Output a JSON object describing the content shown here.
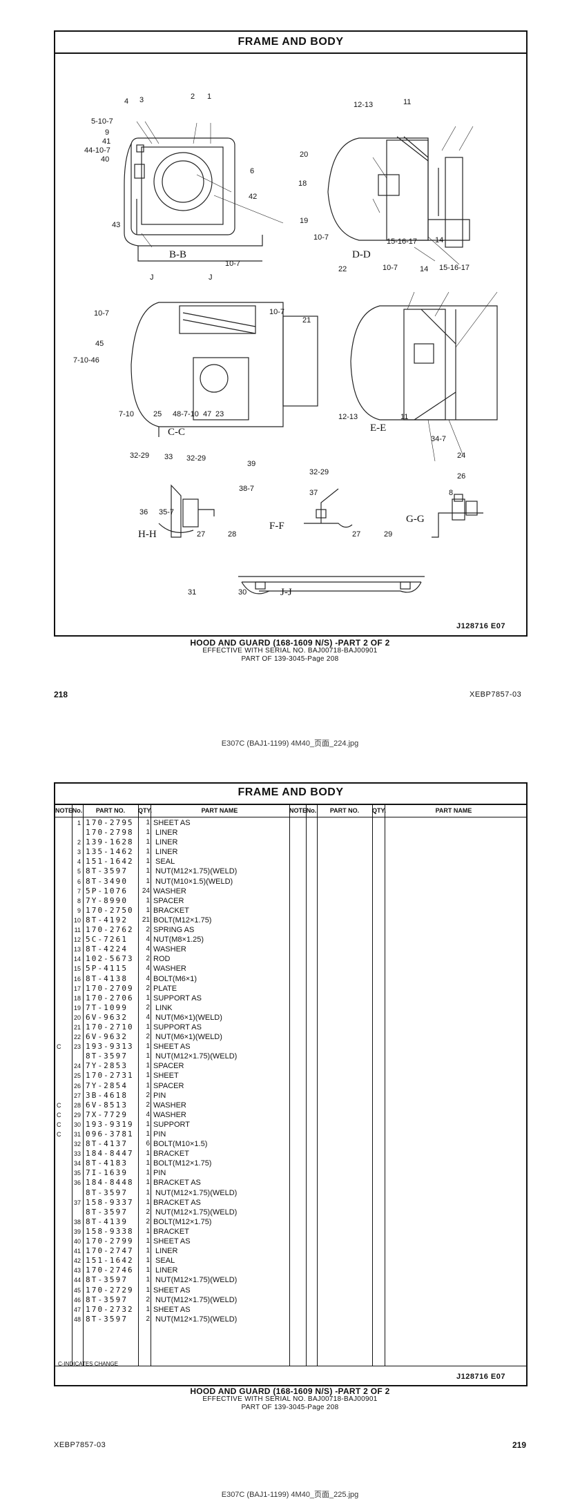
{
  "page1": {
    "title": "FRAME AND BODY",
    "views": {
      "bb": "B-B",
      "dd": "D-D",
      "cc": "C-C",
      "ee": "E-E",
      "hh": "H-H",
      "ff": "F-F",
      "gg": "G-G",
      "jj": "J-J"
    },
    "refs": {
      "bb": [
        "4",
        "3",
        "2",
        "1",
        "5-10-7",
        "9",
        "41",
        "44-10-7",
        "40",
        "6",
        "42",
        "43"
      ],
      "dd": [
        "12-13",
        "11",
        "20",
        "18",
        "19",
        "10-7",
        "15-16-17",
        "14"
      ],
      "cc": [
        "10-7",
        "J",
        "J",
        "10-7",
        "10-7",
        "45",
        "7-10-46",
        "7-10",
        "25",
        "48-7-10",
        "47",
        "23"
      ],
      "ee": [
        "22",
        "10-7",
        "14",
        "15-16-17",
        "21",
        "12-13",
        "11"
      ],
      "hh": [
        "32-29",
        "33",
        "32-29",
        "36",
        "35-7"
      ],
      "ff": [
        "39",
        "32-29",
        "38-7",
        "37"
      ],
      "gg": [
        "34-7",
        "24",
        "26",
        "8"
      ],
      "jj": [
        "27",
        "28",
        "27",
        "29",
        "31",
        "30"
      ]
    },
    "drawing_ref": "J128716  E07",
    "caption": {
      "line1": "HOOD AND GUARD (168-1609 N/S) -PART 2 OF 2",
      "line2": "EFFECTIVE WITH SERIAL NO. BAJ00718-BAJ00901",
      "line3": "PART OF 139-3045-Page 208"
    },
    "page_number": "218",
    "doc_ref": "XEBP7857-03",
    "filename": "E307C (BAJ1-1199) 4M40_页面_224.jpg"
  },
  "page2": {
    "title": "FRAME AND BODY",
    "headers": {
      "note": "NOTE",
      "no": "No.",
      "part_no": "PART NO.",
      "qty": "QTY.",
      "part_name": "PART NAME"
    },
    "parts": [
      {
        "note": "",
        "no": "1",
        "part": "170-2795",
        "qty": "1",
        "name": "SHEET AS"
      },
      {
        "note": "",
        "no": "",
        "part": "170-2798",
        "qty": "1",
        "name": " LINER"
      },
      {
        "note": "",
        "no": "2",
        "part": "139-1628",
        "qty": "1",
        "name": " LINER"
      },
      {
        "note": "",
        "no": "3",
        "part": "135-1462",
        "qty": "1",
        "name": " LINER"
      },
      {
        "note": "",
        "no": "4",
        "part": "151-1642",
        "qty": "1",
        "name": " SEAL"
      },
      {
        "note": "",
        "no": "5",
        "part": "8T-3597",
        "qty": "1",
        "name": " NUT(M12×1.75)(WELD)"
      },
      {
        "note": "",
        "no": "6",
        "part": "8T-3490",
        "qty": "1",
        "name": " NUT(M10×1.5)(WELD)"
      },
      {
        "note": "",
        "no": "7",
        "part": "5P-1076",
        "qty": "24",
        "name": "WASHER"
      },
      {
        "note": "",
        "no": "8",
        "part": "7Y-8990",
        "qty": "1",
        "name": "SPACER"
      },
      {
        "note": "",
        "no": "9",
        "part": "170-2750",
        "qty": "1",
        "name": "BRACKET"
      },
      {
        "note": "",
        "no": "10",
        "part": "8T-4192",
        "qty": "21",
        "name": "BOLT(M12×1.75)"
      },
      {
        "note": "",
        "no": "11",
        "part": "170-2762",
        "qty": "2",
        "name": "SPRING AS"
      },
      {
        "note": "",
        "no": "12",
        "part": "5C-7261",
        "qty": "4",
        "name": "NUT(M8×1.25)"
      },
      {
        "note": "",
        "no": "13",
        "part": "8T-4224",
        "qty": "4",
        "name": "WASHER"
      },
      {
        "note": "",
        "no": "14",
        "part": "102-5673",
        "qty": "2",
        "name": "ROD"
      },
      {
        "note": "",
        "no": "15",
        "part": "5P-4115",
        "qty": "4",
        "name": "WASHER"
      },
      {
        "note": "",
        "no": "16",
        "part": "8T-4138",
        "qty": "4",
        "name": "BOLT(M6×1)"
      },
      {
        "note": "",
        "no": "17",
        "part": "170-2709",
        "qty": "2",
        "name": "PLATE"
      },
      {
        "note": "",
        "no": "18",
        "part": "170-2706",
        "qty": "1",
        "name": "SUPPORT AS"
      },
      {
        "note": "",
        "no": "19",
        "part": "7T-1099",
        "qty": "2",
        "name": " LINK"
      },
      {
        "note": "",
        "no": "20",
        "part": "6V-9632",
        "qty": "4",
        "name": " NUT(M6×1)(WELD)"
      },
      {
        "note": "",
        "no": "21",
        "part": "170-2710",
        "qty": "1",
        "name": "SUPPORT AS"
      },
      {
        "note": "",
        "no": "22",
        "part": "6V-9632",
        "qty": "2",
        "name": " NUT(M6×1)(WELD)"
      },
      {
        "note": "C",
        "no": "23",
        "part": "193-9313",
        "qty": "1",
        "name": "SHEET AS"
      },
      {
        "note": "",
        "no": "",
        "part": "8T-3597",
        "qty": "1",
        "name": " NUT(M12×1.75)(WELD)"
      },
      {
        "note": "",
        "no": "24",
        "part": "7Y-2853",
        "qty": "1",
        "name": "SPACER"
      },
      {
        "note": "",
        "no": "25",
        "part": "170-2731",
        "qty": "1",
        "name": "SHEET"
      },
      {
        "note": "",
        "no": "26",
        "part": "7Y-2854",
        "qty": "1",
        "name": "SPACER"
      },
      {
        "note": "",
        "no": "27",
        "part": "3B-4618",
        "qty": "2",
        "name": "PIN"
      },
      {
        "note": "C",
        "no": "28",
        "part": "6V-8513",
        "qty": "2",
        "name": "WASHER"
      },
      {
        "note": "C",
        "no": "29",
        "part": "7X-7729",
        "qty": "4",
        "name": "WASHER"
      },
      {
        "note": "C",
        "no": "30",
        "part": "193-9319",
        "qty": "1",
        "name": "SUPPORT"
      },
      {
        "note": "C",
        "no": "31",
        "part": "096-3781",
        "qty": "1",
        "name": "PIN"
      },
      {
        "note": "",
        "no": "32",
        "part": "8T-4137",
        "qty": "6",
        "name": "BOLT(M10×1.5)"
      },
      {
        "note": "",
        "no": "33",
        "part": "184-8447",
        "qty": "1",
        "name": "BRACKET"
      },
      {
        "note": "",
        "no": "34",
        "part": "8T-4183",
        "qty": "1",
        "name": "BOLT(M12×1.75)"
      },
      {
        "note": "",
        "no": "35",
        "part": "7I-1639",
        "qty": "1",
        "name": "PIN"
      },
      {
        "note": "",
        "no": "36",
        "part": "184-8448",
        "qty": "1",
        "name": "BRACKET AS"
      },
      {
        "note": "",
        "no": "",
        "part": "8T-3597",
        "qty": "1",
        "name": " NUT(M12×1.75)(WELD)"
      },
      {
        "note": "",
        "no": "37",
        "part": "158-9337",
        "qty": "1",
        "name": "BRACKET AS"
      },
      {
        "note": "",
        "no": "",
        "part": "8T-3597",
        "qty": "2",
        "name": " NUT(M12×1.75)(WELD)"
      },
      {
        "note": "",
        "no": "38",
        "part": "8T-4139",
        "qty": "2",
        "name": "BOLT(M12×1.75)"
      },
      {
        "note": "",
        "no": "39",
        "part": "158-9338",
        "qty": "1",
        "name": "BRACKET"
      },
      {
        "note": "",
        "no": "40",
        "part": "170-2799",
        "qty": "1",
        "name": "SHEET AS"
      },
      {
        "note": "",
        "no": "41",
        "part": "170-2747",
        "qty": "1",
        "name": " LINER"
      },
      {
        "note": "",
        "no": "42",
        "part": "151-1642",
        "qty": "1",
        "name": " SEAL"
      },
      {
        "note": "",
        "no": "43",
        "part": "170-2746",
        "qty": "1",
        "name": " LINER"
      },
      {
        "note": "",
        "no": "44",
        "part": "8T-3597",
        "qty": "1",
        "name": " NUT(M12×1.75)(WELD)"
      },
      {
        "note": "",
        "no": "45",
        "part": "170-2729",
        "qty": "1",
        "name": "SHEET AS"
      },
      {
        "note": "",
        "no": "46",
        "part": "8T-3597",
        "qty": "2",
        "name": " NUT(M12×1.75)(WELD)"
      },
      {
        "note": "",
        "no": "47",
        "part": "170-2732",
        "qty": "1",
        "name": "SHEET AS"
      },
      {
        "note": "",
        "no": "48",
        "part": "8T-3597",
        "qty": "2",
        "name": " NUT(M12×1.75)(WELD)"
      }
    ],
    "legend": "C-INDICATES CHANGE",
    "drawing_ref": "J128716  E07",
    "caption": {
      "line1": "HOOD AND GUARD (168-1609 N/S) -PART 2 OF 2",
      "line2": "EFFECTIVE WITH SERIAL NO. BAJ00718-BAJ00901",
      "line3": "PART OF 139-3045-Page 208"
    },
    "doc_ref": "XEBP7857-03",
    "page_number": "219",
    "filename": "E307C (BAJ1-1199) 4M40_页面_225.jpg"
  }
}
